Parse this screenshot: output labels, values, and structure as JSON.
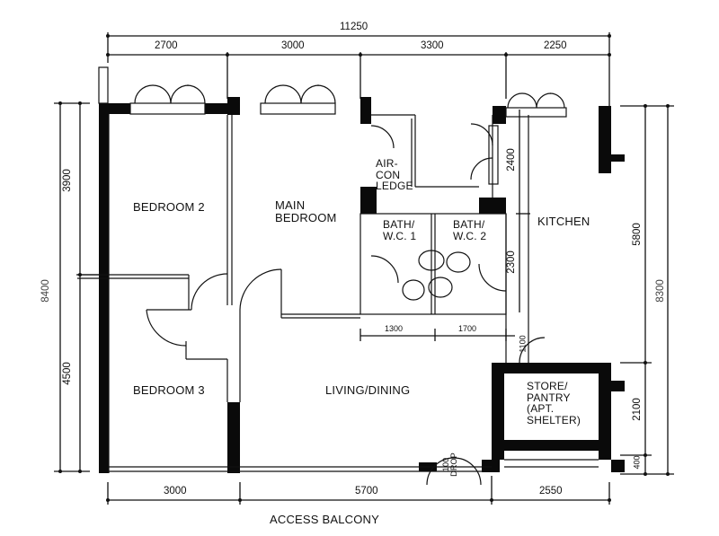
{
  "plan": {
    "rooms": {
      "bedroom2": "BEDROOM 2",
      "main_bedroom_line1": "MAIN",
      "main_bedroom_line2": "BEDROOM",
      "aircon_line1": "AIR-",
      "aircon_line2": "CON",
      "aircon_line3": "LEDGE",
      "bath1_line1": "BATH/",
      "bath1_line2": "W.C. 1",
      "bath2_line1": "BATH/",
      "bath2_line2": "W.C. 2",
      "kitchen": "KITCHEN",
      "bedroom3": "BEDROOM 3",
      "living_dining": "LIVING/DINING",
      "store_line1": "STORE/",
      "store_line2": "PANTRY",
      "store_line3": "(APT.",
      "store_line4": "SHELTER)",
      "drop_line1": "100",
      "drop_line2": "DROP",
      "access_balcony": "ACCESS BALCONY"
    },
    "dimensions": {
      "top_total": "11250",
      "top": [
        "2700",
        "3000",
        "3300",
        "2250"
      ],
      "bottom": [
        "3000",
        "5700",
        "2550"
      ],
      "left_total": "8400",
      "left": [
        "3900",
        "4500"
      ],
      "right_total": "8300",
      "right_inner": [
        "5800",
        "2100",
        "400"
      ],
      "kitchen_side": [
        "2400",
        "2300"
      ],
      "bath_bottom": [
        "1300",
        "1700"
      ],
      "store_door": "1100"
    }
  }
}
